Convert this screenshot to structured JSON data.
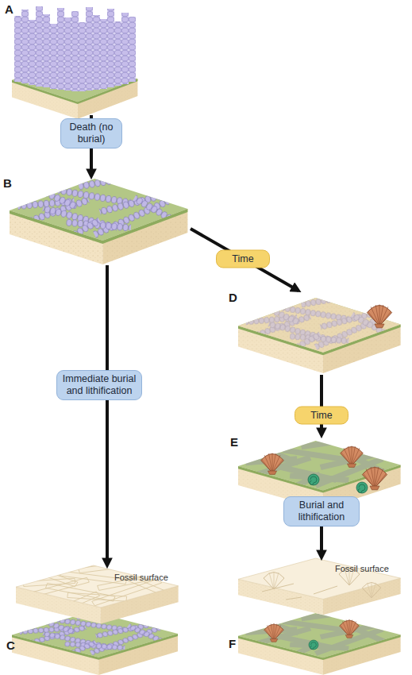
{
  "diagram": {
    "nodes": [
      {
        "text": [
          "A"
        ]
      },
      {
        "text": [
          "B"
        ]
      },
      {
        "text": [
          "C",
          "Fossil surface"
        ]
      },
      {
        "text": [
          "D"
        ]
      },
      {
        "text": [
          "E"
        ]
      },
      {
        "text": [
          "F",
          "Fossil surface"
        ]
      }
    ],
    "edges": [
      {
        "from": 0,
        "to": 1,
        "arrow": "to",
        "label": "Death (no burial)"
      },
      {
        "from": 1,
        "to": 2,
        "arrow": "to",
        "label": "Immediate burial and lithification"
      },
      {
        "from": 1,
        "to": 3,
        "arrow": "to",
        "label": "Time"
      },
      {
        "from": 3,
        "to": 4,
        "arrow": "to",
        "label": "Time"
      },
      {
        "from": 4,
        "to": 5,
        "arrow": "to",
        "label": "Burial and lithification"
      }
    ]
  }
}
